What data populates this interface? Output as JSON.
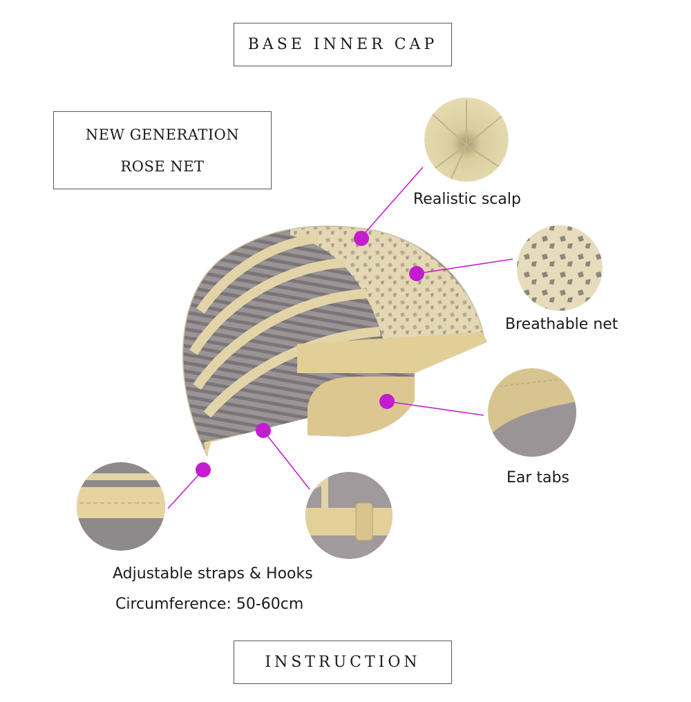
{
  "header": {
    "title": "BASE INNER CAP"
  },
  "badge": {
    "line1": "NEW GENERATION",
    "line2": "ROSE NET"
  },
  "callouts": {
    "scalp": "Realistic scalp",
    "net": "Breathable net",
    "ear": "Ear tabs",
    "straps": "Adjustable straps & Hooks",
    "circumference": "Circumference: 50-60cm"
  },
  "footer": {
    "title": "INSTRUCTION"
  },
  "colors": {
    "accent": "#c21ecf",
    "cap_blonde": "#e2d4a6",
    "cap_grey": "#8d8789",
    "border": "#555555"
  }
}
